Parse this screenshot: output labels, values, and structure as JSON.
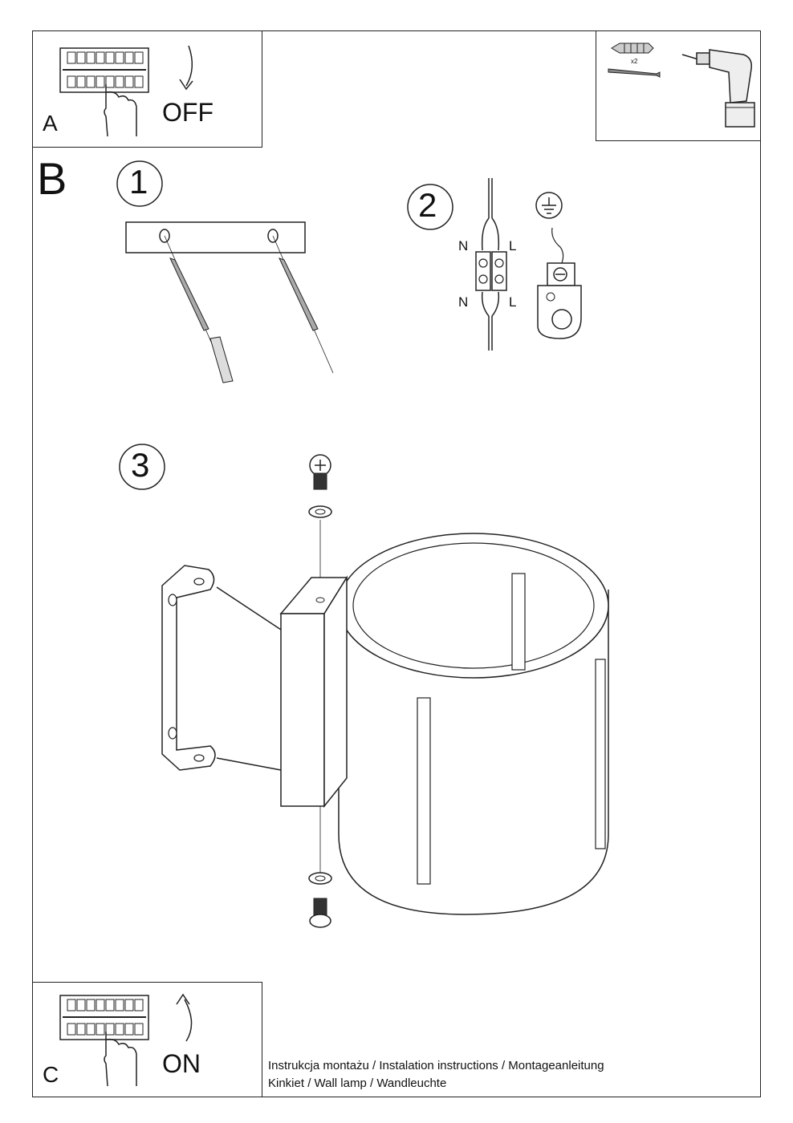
{
  "panel_a": {
    "letter": "A",
    "action": "OFF"
  },
  "panel_b": {
    "letter": "B",
    "steps": [
      "1",
      "2",
      "3"
    ]
  },
  "panel_c": {
    "letter": "C",
    "action": "ON"
  },
  "tools": {
    "quantity": "x2"
  },
  "wiring": {
    "neutral": "N",
    "live": "L"
  },
  "footer": {
    "line1": "Instrukcja montażu / Instalation instructions / Montageanleitung",
    "line2": "Kinkiet  / Wall lamp / Wandleuchte"
  }
}
